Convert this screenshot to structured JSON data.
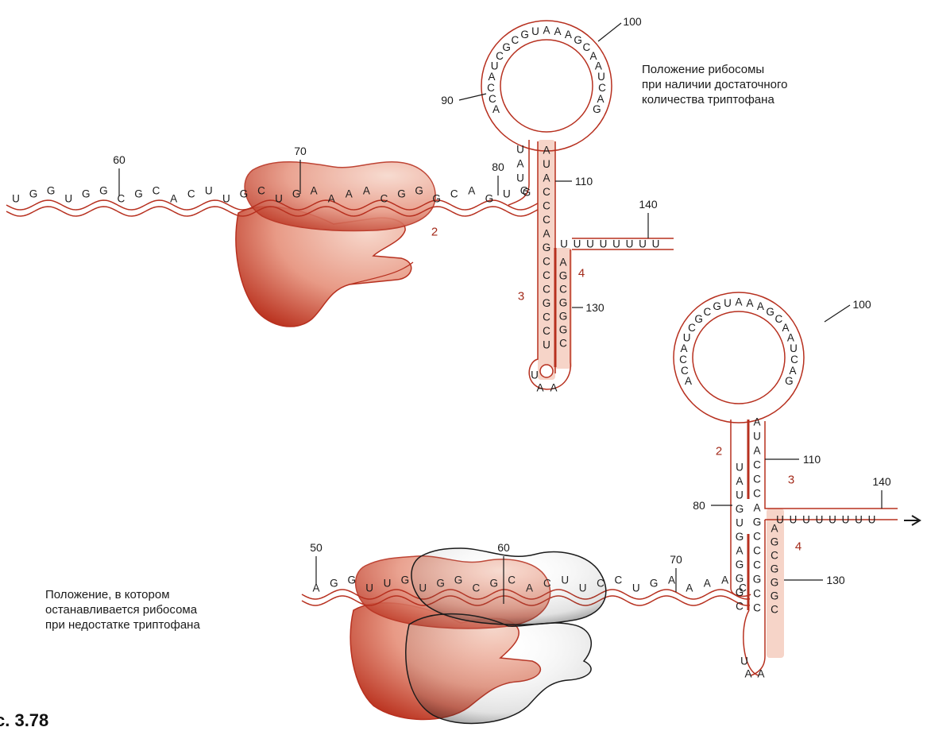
{
  "captions": {
    "top_right": [
      "Положение рибосомы",
      "при наличии достаточного",
      "количества триптофана"
    ],
    "bottom_left": [
      "Положение, в котором",
      "останавливается рибосома",
      "при недостатке триптофана"
    ],
    "figure_number": "с. 3.78"
  },
  "colors": {
    "rna_line": "#b7301f",
    "region_fill": "#f6d4c8",
    "ribosome_fill": "#c9402c",
    "ribosome_dark": "#1a1a1a"
  },
  "top_panel": {
    "leader": [
      "U",
      "G",
      "G",
      "U",
      "G",
      "G",
      "C",
      "G",
      "C",
      "A",
      "C",
      "U",
      "U",
      "G",
      "C",
      "U",
      "G",
      "A",
      "A",
      "A",
      "A",
      "C",
      "G",
      "G",
      "G",
      "C",
      "A",
      "G",
      "U",
      "G"
    ],
    "stem_left": [
      "U",
      "A",
      "U",
      "G"
    ],
    "loop": [
      "A",
      "C",
      "C",
      "A",
      "U",
      "C",
      "G",
      "C",
      "G",
      "U",
      "A",
      "A",
      "A",
      "G",
      "C",
      "A",
      "A",
      "U",
      "C",
      "A",
      "G"
    ],
    "stem_right": [
      "A",
      "U",
      "A",
      "C",
      "C",
      "C",
      "A",
      "G",
      "C",
      "C",
      "C",
      "G",
      "C",
      "C",
      "U"
    ],
    "hairpin_loop": [
      "U",
      "A",
      "A"
    ],
    "stem_return": [
      "A",
      "G",
      "C",
      "G",
      "G",
      "G",
      "C"
    ],
    "tail": [
      "U",
      "U",
      "U",
      "U",
      "U",
      "U",
      "U",
      "U"
    ],
    "numbers": [
      "60",
      "70",
      "80",
      "90",
      "100",
      "110",
      "130",
      "140"
    ],
    "regions": [
      "2",
      "3",
      "4"
    ]
  },
  "bottom_panel": {
    "leader": [
      "A",
      "G",
      "G",
      "U",
      "U",
      "G",
      "U",
      "G",
      "G",
      "C",
      "G",
      "C",
      "A",
      "C",
      "U",
      "U",
      "C",
      "C",
      "U",
      "G",
      "A",
      "A",
      "A",
      "A",
      "C"
    ],
    "stem_left": [
      "C",
      "G",
      "G",
      "G",
      "A",
      "G",
      "U",
      "G",
      "U",
      "A",
      "U"
    ],
    "loop": [
      "A",
      "C",
      "C",
      "A",
      "U",
      "C",
      "G",
      "C",
      "G",
      "U",
      "A",
      "A",
      "A",
      "G",
      "C",
      "A",
      "A",
      "U",
      "C",
      "A",
      "G"
    ],
    "stem_right": [
      "A",
      "U",
      "A",
      "C",
      "C",
      "C",
      "A",
      "G",
      "C",
      "C",
      "C",
      "G",
      "C",
      "C"
    ],
    "hairpin_loop": [
      "U",
      "A",
      "A"
    ],
    "stem_return": [
      "A",
      "G",
      "C",
      "G",
      "G",
      "G",
      "C"
    ],
    "tail": [
      "U",
      "U",
      "U",
      "U",
      "U",
      "U",
      "U",
      "U"
    ],
    "numbers": [
      "50",
      "60",
      "70",
      "80",
      "100",
      "110",
      "130",
      "140"
    ],
    "regions": [
      "2",
      "3",
      "4"
    ]
  }
}
